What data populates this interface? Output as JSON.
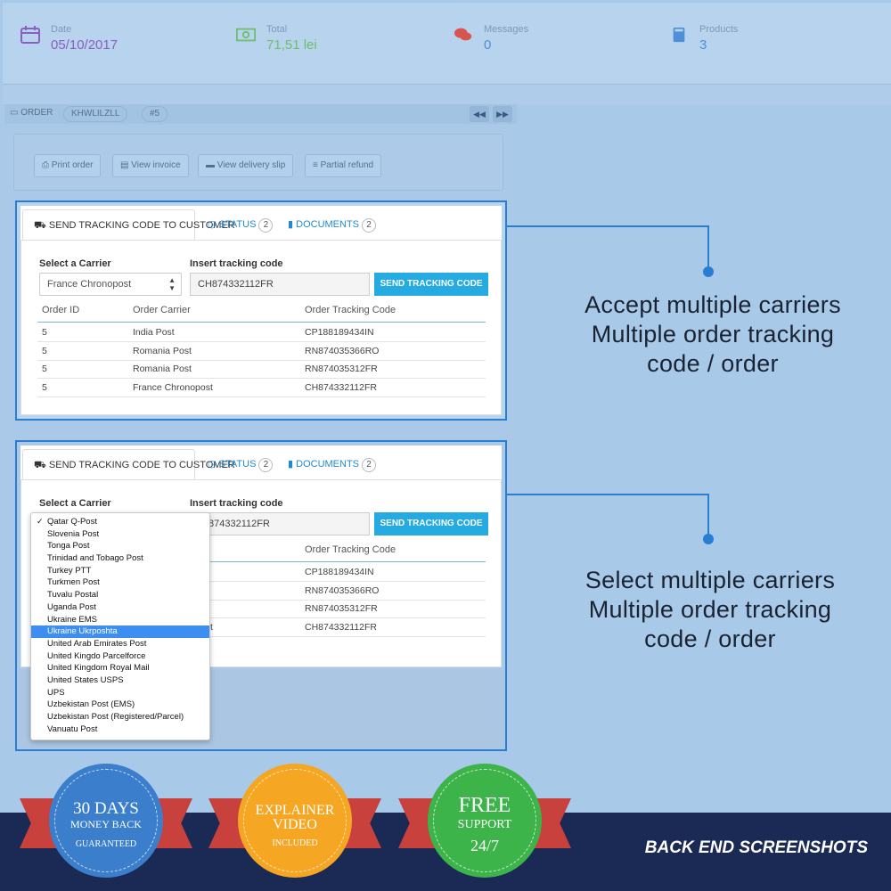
{
  "stats": [
    {
      "label": "Date",
      "value": "05/10/2017",
      "icon": "calendar-icon",
      "color": "#8a5fbf"
    },
    {
      "label": "Total",
      "value": "71,51 lei",
      "icon": "money-icon",
      "color": "#6fbf6a"
    },
    {
      "label": "Messages",
      "value": "0",
      "icon": "messages-icon",
      "color": "#4f8fd6"
    },
    {
      "label": "Products",
      "value": "3",
      "icon": "book-icon",
      "color": "#4f8fd6"
    }
  ],
  "order": {
    "label": "ORDER",
    "reference": "KHWLILZLL",
    "number": "#5",
    "prev": "◀◀",
    "next": "▶▶"
  },
  "actions": [
    "Print order",
    "View invoice",
    "View delivery slip",
    "Partial refund"
  ],
  "tabs": {
    "send": "SEND TRACKING CODE TO CUSTOMER",
    "status": "STATUS",
    "status_count": "2",
    "documents": "DOCUMENTS",
    "documents_count": "2"
  },
  "form": {
    "carrier_label": "Select a Carrier",
    "tracking_label": "Insert tracking code",
    "carrier_value": "France Chronopost",
    "tracking_value": "CH874332112FR",
    "tracking_value_partial": "874332112FR",
    "send_button": "SEND TRACKING CODE"
  },
  "table": {
    "headers": [
      "Order ID",
      "Order Carrier",
      "Order Tracking Code"
    ],
    "rows": [
      [
        "5",
        "India Post",
        "CP188189434IN"
      ],
      [
        "5",
        "Romania Post",
        "RN874035366RO"
      ],
      [
        "5",
        "Romania Post",
        "RN874035312FR"
      ],
      [
        "5",
        "France Chronopost",
        "CH874332112FR"
      ]
    ],
    "partial_visible_carrier_tail": "t"
  },
  "dropdown": {
    "checked": "Qatar Q-Post",
    "selected": "Ukraine Ukrposhta",
    "options": [
      "Qatar Q-Post",
      "Slovenia Post",
      "Tonga Post",
      "Trinidad and Tobago Post",
      "Turkey PTT",
      "Turkmen Post",
      "Tuvalu Postal",
      "Uganda Post",
      "Ukraine EMS",
      "Ukraine Ukrposhta",
      "United Arab Emirates Post",
      "United Kingdo Parcelforce",
      "United Kingdom Royal Mail",
      "United States USPS",
      "UPS",
      "Uzbekistan Post (EMS)",
      "Uzbekistan Post (Registered/Parcel)",
      "Vanuatu Post"
    ]
  },
  "captions": {
    "first": [
      "Accept multiple carriers",
      "Multiple order tracking",
      "code / order"
    ],
    "second": [
      "Select multiple carriers",
      "Multiple order tracking",
      "code / order"
    ]
  },
  "badges": [
    {
      "lines": [
        "30 DAYS",
        "MONEY BACK",
        "GUARANTEED"
      ],
      "color": "#3b7fcc"
    },
    {
      "lines": [
        "EXPLAINER",
        "VIDEO",
        "INCLUDED"
      ],
      "color": "#f5a623"
    },
    {
      "lines": [
        "FREE",
        "SUPPORT",
        "24/7"
      ],
      "color": "#3cb44a"
    }
  ],
  "footer_title": "BACK END SCREENSHOTS"
}
